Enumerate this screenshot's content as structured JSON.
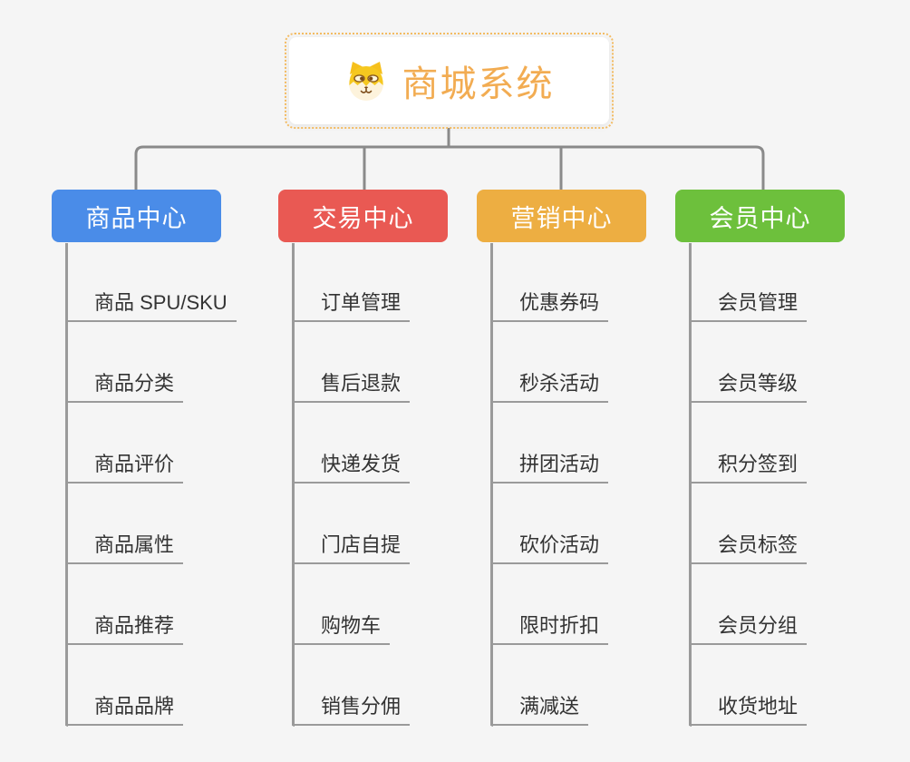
{
  "root": {
    "title": "商城系统",
    "icon": "shiba-dog-icon",
    "accent_color": "#f2ac52",
    "border_color": "#f3bb62"
  },
  "branches": [
    {
      "label": "商品中心",
      "color": "#4a8ce8",
      "items": [
        "商品 SPU/SKU",
        "商品分类",
        "商品评价",
        "商品属性",
        "商品推荐",
        "商品品牌"
      ]
    },
    {
      "label": "交易中心",
      "color": "#e95953",
      "items": [
        "订单管理",
        "售后退款",
        "快递发货",
        "门店自提",
        "购物车",
        "销售分佣"
      ]
    },
    {
      "label": "营销中心",
      "color": "#edae42",
      "items": [
        "优惠券码",
        "秒杀活动",
        "拼团活动",
        "砍价活动",
        "限时折扣",
        "满减送"
      ]
    },
    {
      "label": "会员中心",
      "color": "#6dc03c",
      "items": [
        "会员管理",
        "会员等级",
        "积分签到",
        "会员标签",
        "会员分组",
        "收货地址"
      ]
    }
  ],
  "style": {
    "connector_color": "#8a8a8a",
    "underline_color": "#9a9a9a",
    "item_text_color": "#333333",
    "background_color": "#f5f5f5"
  }
}
